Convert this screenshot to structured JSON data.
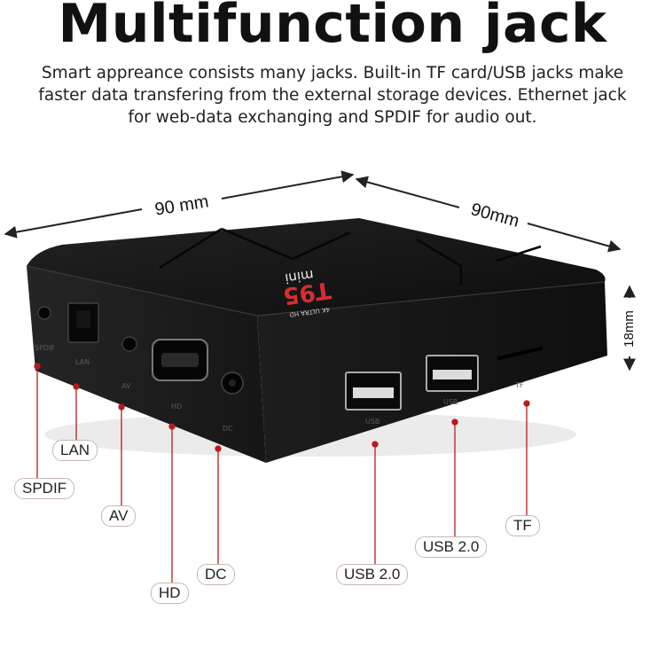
{
  "headline": "Multifunction jack",
  "description": {
    "line1": "Smart appreance consists many jacks. Built-in TF card/USB jacks make",
    "line2": "faster data transfering from the external storage devices. Ethernet jack",
    "line3": "for web-data exchanging and SPDIF for audio out."
  },
  "dimensions": {
    "width": "90 mm",
    "depth": "90mm",
    "height": "18mm"
  },
  "device": {
    "brand_logo": "T95",
    "brand_sub": "mini",
    "brand_tag": "4K ULTRA HD",
    "port_prints": {
      "spdif": "SPDIF",
      "lan": "LAN",
      "av": "AV",
      "hd": "HD",
      "dc": "DC",
      "usb1": "USB",
      "usb2": "USB",
      "tf": "TF"
    }
  },
  "callouts": {
    "spdif": "SPDIF",
    "lan": "LAN",
    "av": "AV",
    "hd": "HD",
    "dc": "DC",
    "usb_left": "USB 2.0",
    "usb_right": "USB 2.0",
    "tf": "TF"
  },
  "colors": {
    "device_body": "#1b1b1b",
    "device_top": "#141414",
    "leader_line": "#b71c1c",
    "callout_border": "#c9b6b6",
    "logo_accent": "#d32f2f"
  }
}
